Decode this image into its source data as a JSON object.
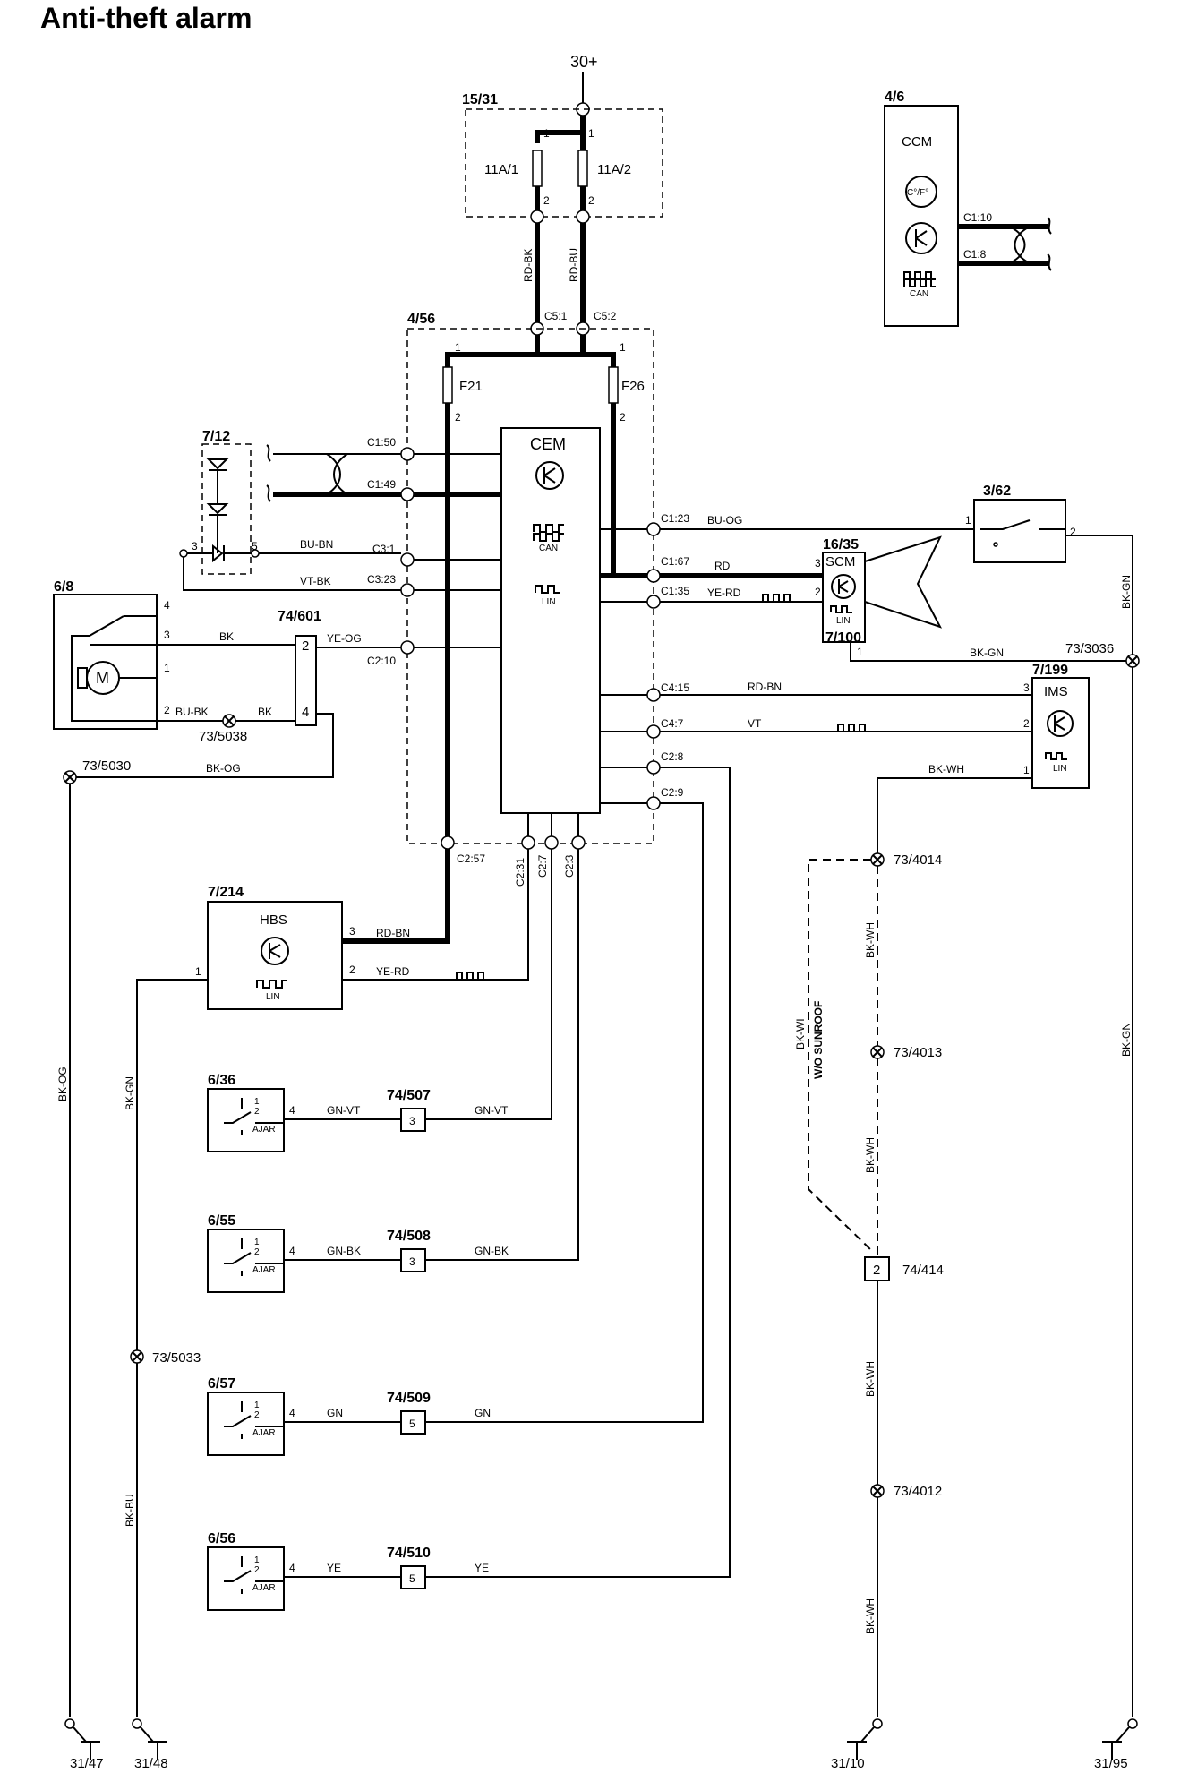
{
  "title": "Anti-theft alarm",
  "supply": "30+",
  "components": {
    "fusebox": {
      "id": "15/31",
      "fuse1": "11A/1",
      "fuse2": "11A/2"
    },
    "cem": {
      "id": "4/56",
      "name": "CEM",
      "fuse_a": "F21",
      "fuse_b": "F26",
      "can": "CAN",
      "lin": "LIN"
    },
    "ccm": {
      "id": "4/6",
      "name": "CCM",
      "temp": "C°/F°",
      "can": "CAN",
      "pin_a": "C1:10",
      "pin_b": "C1:8"
    },
    "led": {
      "id": "7/12"
    },
    "motor": {
      "id": "6/8",
      "symbol": "M"
    },
    "connector601": {
      "id": "74/601"
    },
    "switch362": {
      "id": "3/62"
    },
    "scm": {
      "id": "16/35",
      "name": "SCM",
      "sub_id": "7/100",
      "lin": "LIN"
    },
    "ims": {
      "id": "7/199",
      "name": "IMS",
      "lin": "LIN"
    },
    "hbs": {
      "id": "7/214",
      "name": "HBS",
      "lin": "LIN"
    },
    "ajar_label": "AJAR",
    "doors": [
      {
        "id": "6/36",
        "conn": "74/507",
        "pin": "3",
        "wire": "GN-VT"
      },
      {
        "id": "6/55",
        "conn": "74/508",
        "pin": "3",
        "wire": "GN-BK"
      },
      {
        "id": "6/57",
        "conn": "74/509",
        "pin": "5",
        "wire": "GN"
      },
      {
        "id": "6/56",
        "conn": "74/510",
        "pin": "5",
        "wire": "YE"
      }
    ],
    "conn414": {
      "id": "74/414",
      "pin": "2"
    }
  },
  "cem_pins": {
    "c5_1": "C5:1",
    "c5_2": "C5:2",
    "c1_50": "C1:50",
    "c1_49": "C1:49",
    "c3_1": "C3:1",
    "c3_23": "C3:23",
    "c2_10": "C2:10",
    "c1_23": "C1:23",
    "c1_67": "C1:67",
    "c1_35": "C1:35",
    "c4_15": "C4:15",
    "c4_7": "C4:7",
    "c2_8": "C2:8",
    "c2_9": "C2:9",
    "c2_57": "C2:57",
    "c2_31": "C2:31",
    "c2_7": "C2:7",
    "c2_3": "C2:3"
  },
  "splices": {
    "s3036": "73/3036",
    "s5038": "73/5038",
    "s5030": "73/5030",
    "s4014": "73/4014",
    "s4013": "73/4013",
    "s4012": "73/4012",
    "s5033": "73/5033"
  },
  "grounds": {
    "g47": "31/47",
    "g48": "31/48",
    "g10": "31/10",
    "g95": "31/95"
  },
  "wires": {
    "rd_bk": "RD-BK",
    "rd_bu": "RD-BU",
    "bu_bn": "BU-BN",
    "vt_bk": "VT-BK",
    "bk": "BK",
    "ye_og": "YE-OG",
    "bu_bk": "BU-BK",
    "bk_og": "BK-OG",
    "bu_og": "BU-OG",
    "rd": "RD",
    "ye_rd": "YE-RD",
    "bk_gn": "BK-GN",
    "rd_bn": "RD-BN",
    "vt": "VT",
    "bk_wh": "BK-WH",
    "bk_bu": "BK-BU",
    "wo_sunroof": "W/O SUNROOF"
  },
  "pin_numbers": {
    "p1": "1",
    "p2": "2",
    "p3": "3",
    "p4": "4",
    "p5": "5"
  }
}
